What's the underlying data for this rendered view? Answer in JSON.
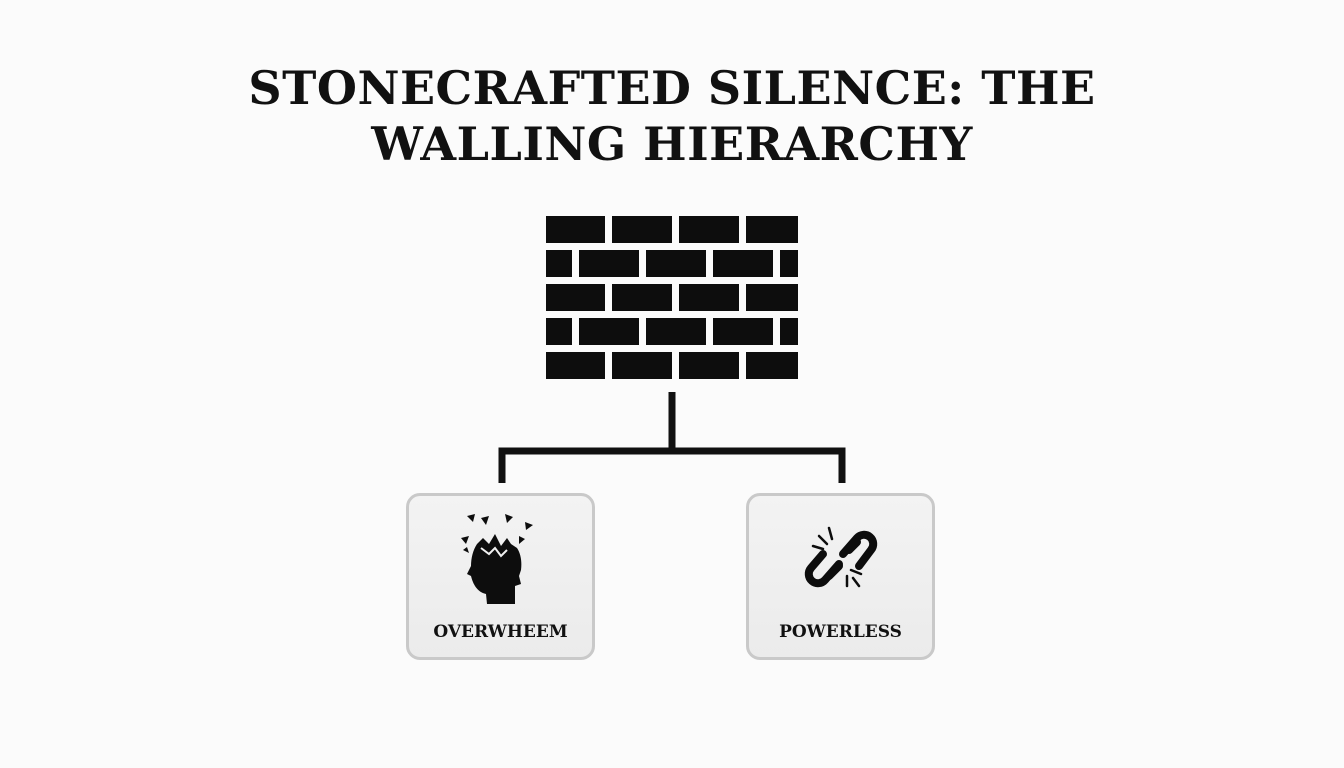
{
  "title_lines": [
    "STONECRAFTED SILENCE: THE",
    "WALLING HIERARCHY"
  ],
  "root": {
    "icon": "brick-wall-icon"
  },
  "children": [
    {
      "label": "OVERWHEEM",
      "icon": "shattered-head-icon"
    },
    {
      "label": "POWERLESS",
      "icon": "broken-chain-icon"
    }
  ],
  "colors": {
    "background": "#fbfbfb",
    "ink": "#111111",
    "card_fill": "#efefef",
    "card_border": "#c9c9c9"
  }
}
